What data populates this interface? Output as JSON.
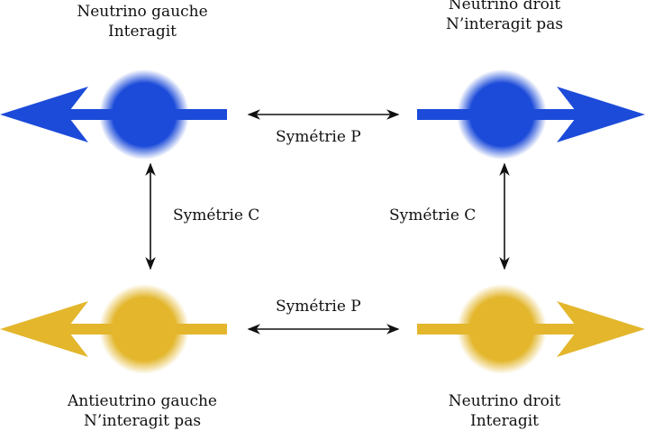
{
  "colors": {
    "blue": "#1c4bd9",
    "gold": "#e3b62c",
    "ink": "#111111"
  },
  "particles": {
    "top_left": {
      "line1": "Neutrino gauche",
      "line2": "Interagit",
      "color": "blue",
      "direction": "left"
    },
    "top_right": {
      "line1": "Neutrino droit",
      "line2": "N’interagit pas",
      "color": "blue",
      "direction": "right"
    },
    "bottom_left": {
      "line1": "Antieutrino gauche",
      "line2": "N’interagit pas",
      "color": "gold",
      "direction": "left"
    },
    "bottom_right": {
      "line1": "Neutrino droit",
      "line2": "Interagit",
      "color": "gold",
      "direction": "right"
    }
  },
  "symmetries": {
    "top_p": "Symétrie P",
    "bottom_p": "Symétrie P",
    "left_c": "Symétrie C",
    "right_c": "Symétrie C"
  }
}
